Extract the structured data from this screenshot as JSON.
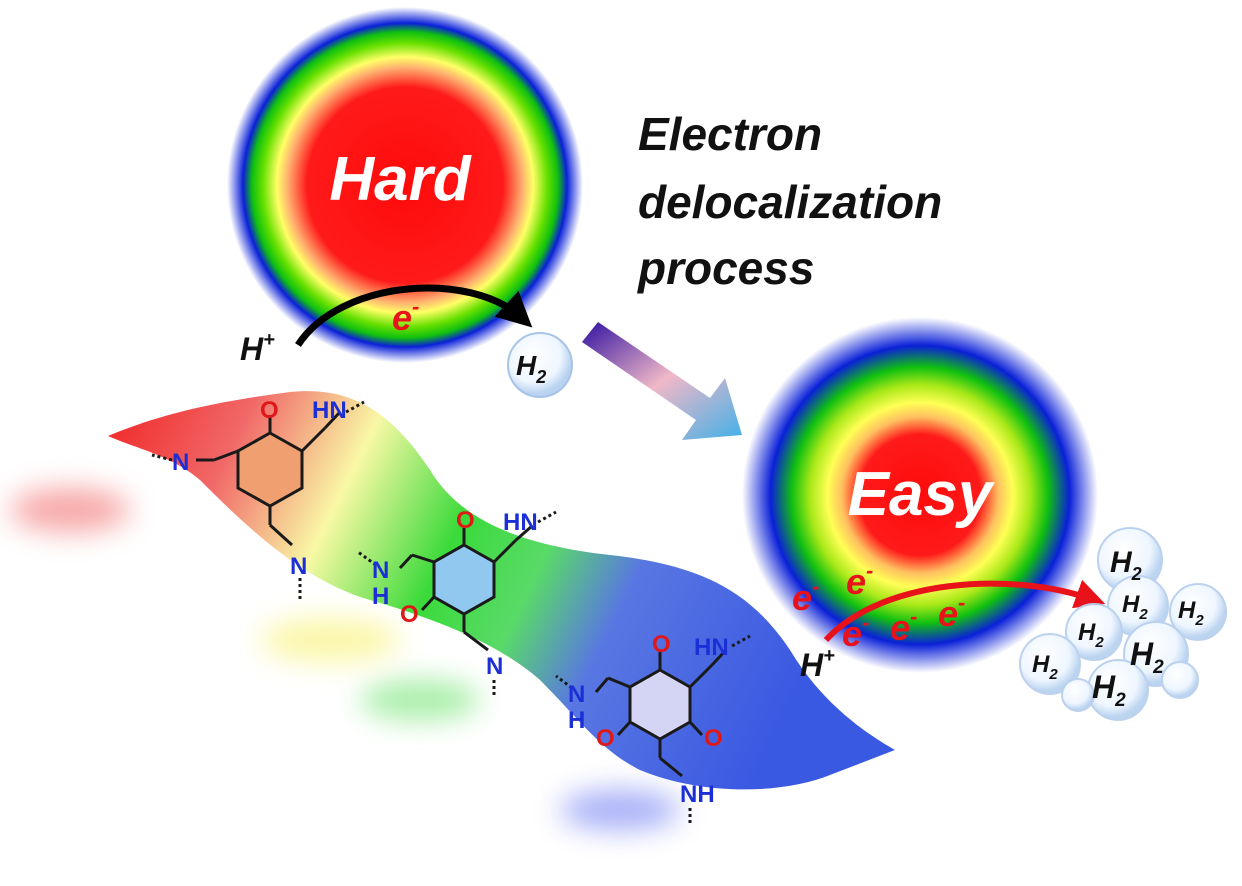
{
  "title_lines": [
    "Electron",
    "delocalization",
    "process"
  ],
  "sphere_hard": {
    "label": "Hard"
  },
  "sphere_easy": {
    "label": "Easy"
  },
  "left_reaction": {
    "proton": "H",
    "proton_sup": "+",
    "electron": "e",
    "electron_sup": "-",
    "product": "H",
    "product_sub": "2"
  },
  "right_reaction": {
    "proton": "H",
    "proton_sup": "+",
    "electron": "e",
    "electron_sup": "-",
    "product": "H",
    "product_sub": "2"
  },
  "molecule_atoms": {
    "O": "O",
    "N": "N",
    "H": "H",
    "HN": "HN",
    "NH": "NH"
  },
  "colors": {
    "red": "#ff1010",
    "yellow": "#ffff50",
    "green": "#18c818",
    "blue": "#0a1fd8",
    "electron_red": "#e8121a"
  }
}
